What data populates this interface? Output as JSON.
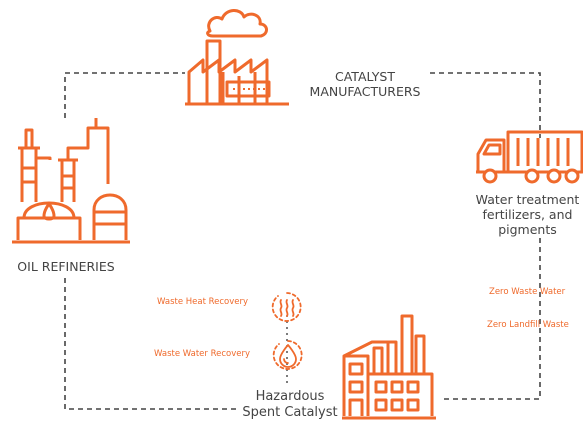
{
  "nodes": {
    "catalyst_manufacturers": {
      "line1": "CATALYST",
      "line2": "MANUFACTURERS",
      "icon": "factory-smoke-icon"
    },
    "oil_refineries": {
      "label": "OIL REFINERIES",
      "icon": "oil-refinery-icon"
    },
    "water_treatment": {
      "line1": "Water treatment",
      "line2": "fertilizers, and",
      "line3": "pigments",
      "icon": "container-truck-icon"
    },
    "hazardous": {
      "line1": "Hazardous",
      "line2": "Spent Catalyst",
      "icon": "processing-plant-icon"
    }
  },
  "recovery": {
    "heat": {
      "label": "Waste Heat Recovery",
      "icon": "heat-waves-icon"
    },
    "water": {
      "label": "Waste Water Recovery",
      "icon": "water-drop-icon"
    }
  },
  "outcomes": {
    "zero_waste_water": "Zero Waste Water",
    "zero_landfill_waste": "Zero Landfill Waste"
  },
  "colors": {
    "accent": "#ef6a2c",
    "line": "#444444",
    "text": "#444444"
  }
}
